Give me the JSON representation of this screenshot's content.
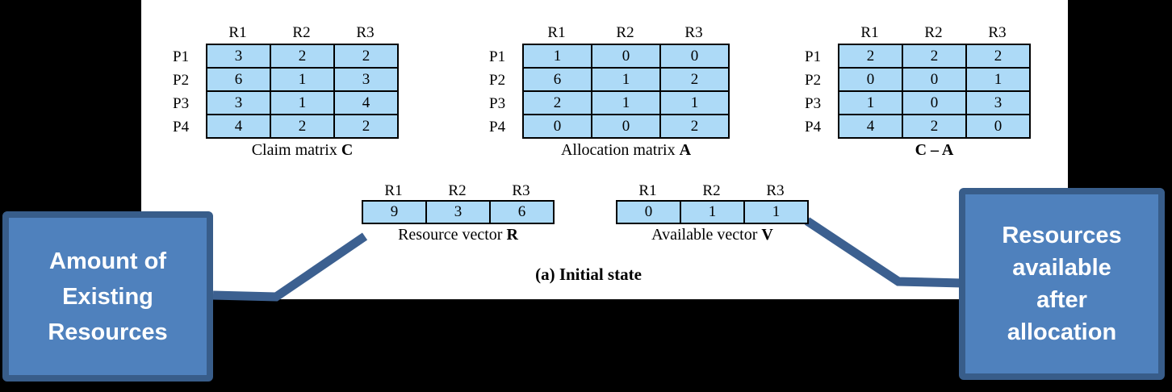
{
  "colors": {
    "background": "#000000",
    "panel": "#ffffff",
    "cell_fill": "#ADDAF7",
    "callout_fill": "#4F81BD",
    "callout_border": "#385D8A",
    "connector": "#3C6090"
  },
  "matrices": [
    {
      "name": "claim-matrix",
      "col_headers": [
        "R1",
        "R2",
        "R3"
      ],
      "row_labels": [
        "P1",
        "P2",
        "P3",
        "P4"
      ],
      "rows": [
        [
          "3",
          "2",
          "2"
        ],
        [
          "6",
          "1",
          "3"
        ],
        [
          "3",
          "1",
          "4"
        ],
        [
          "4",
          "2",
          "2"
        ]
      ],
      "caption_text": "Claim matrix ",
      "caption_bold": "C"
    },
    {
      "name": "allocation-matrix",
      "col_headers": [
        "R1",
        "R2",
        "R3"
      ],
      "row_labels": [
        "P1",
        "P2",
        "P3",
        "P4"
      ],
      "rows": [
        [
          "1",
          "0",
          "0"
        ],
        [
          "6",
          "1",
          "2"
        ],
        [
          "2",
          "1",
          "1"
        ],
        [
          "0",
          "0",
          "2"
        ]
      ],
      "caption_text": "Allocation matrix ",
      "caption_bold": "A"
    },
    {
      "name": "c-minus-a-matrix",
      "col_headers": [
        "R1",
        "R2",
        "R3"
      ],
      "row_labels": [
        "P1",
        "P2",
        "P3",
        "P4"
      ],
      "rows": [
        [
          "2",
          "2",
          "2"
        ],
        [
          "0",
          "0",
          "1"
        ],
        [
          "1",
          "0",
          "3"
        ],
        [
          "4",
          "2",
          "0"
        ]
      ],
      "caption_text": "",
      "caption_bold": "C – A"
    }
  ],
  "vectors": [
    {
      "name": "resource-vector",
      "col_headers": [
        "R1",
        "R2",
        "R3"
      ],
      "values": [
        "9",
        "3",
        "6"
      ],
      "caption_text": "Resource vector ",
      "caption_bold": "R"
    },
    {
      "name": "available-vector",
      "col_headers": [
        "R1",
        "R2",
        "R3"
      ],
      "values": [
        "0",
        "1",
        "1"
      ],
      "caption_text": "Available vector ",
      "caption_bold": "V"
    }
  ],
  "figure_caption": "(a) Initial state",
  "callouts": {
    "left": {
      "lines": [
        "Amount of",
        "Existing",
        "Resources"
      ]
    },
    "right": {
      "lines": [
        "Resources",
        "available",
        "after",
        "allocation"
      ]
    }
  }
}
